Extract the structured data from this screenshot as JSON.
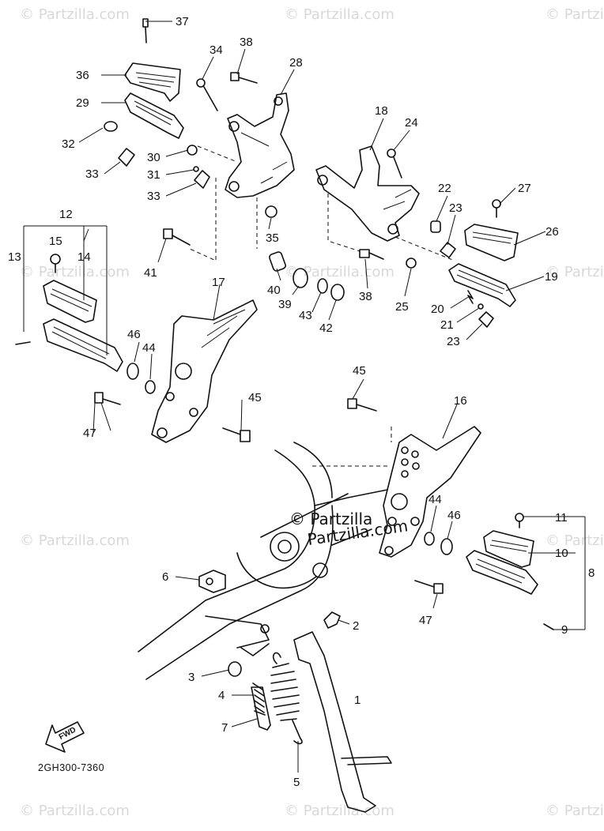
{
  "diagram_code": "2GH300-7360",
  "fwd_label": "FWD",
  "watermarks": {
    "corner": "© Partzilla.com",
    "center_line1": "© Partzilla",
    "center_line2": "Partzilla.com"
  },
  "callouts": {
    "c1": "1",
    "c2": "2",
    "c3": "3",
    "c4": "4",
    "c5": "5",
    "c6": "6",
    "c7": "7",
    "c8": "8",
    "c9": "9",
    "c10": "10",
    "c11": "11",
    "c12": "12",
    "c13": "13",
    "c14": "14",
    "c15": "15",
    "c16": "16",
    "c17": "17",
    "c18": "18",
    "c19": "19",
    "c20": "20",
    "c21": "21",
    "c22": "22",
    "c23a": "23",
    "c23b": "23",
    "c24": "24",
    "c25": "25",
    "c26": "26",
    "c27": "27",
    "c28": "28",
    "c29": "29",
    "c30": "30",
    "c31": "31",
    "c32": "32",
    "c33a": "33",
    "c33b": "33",
    "c34": "34",
    "c35": "35",
    "c36": "36",
    "c37": "37",
    "c38a": "38",
    "c38b": "38",
    "c39": "39",
    "c40": "40",
    "c41": "41",
    "c42": "42",
    "c43": "43",
    "c44a": "44",
    "c44b": "44",
    "c45a": "45",
    "c45b": "45",
    "c46a": "46",
    "c46b": "46",
    "c47a": "47",
    "c47b": "47"
  }
}
